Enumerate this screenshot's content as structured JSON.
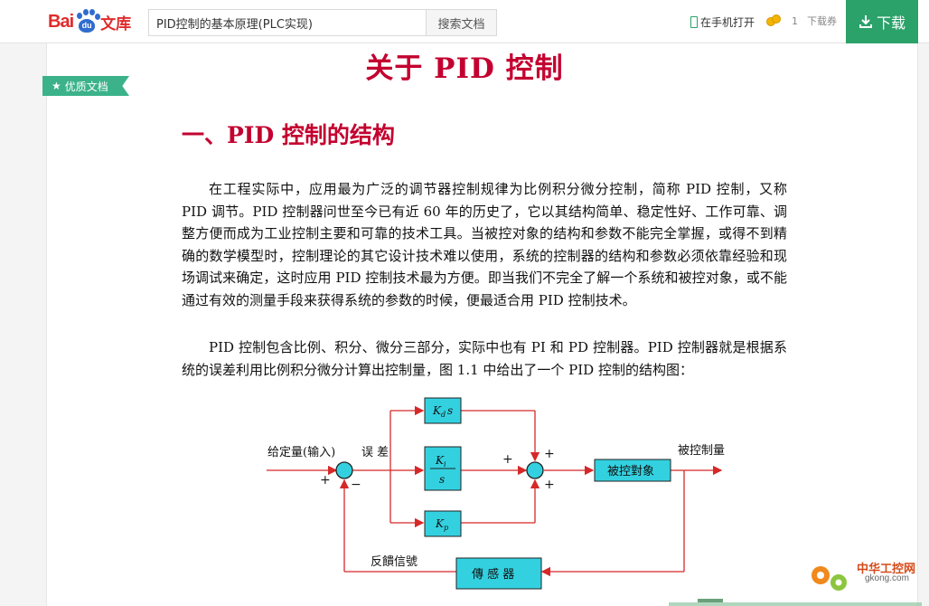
{
  "header": {
    "logo": {
      "text_bai": "Bai",
      "text_du": "du",
      "text_wenku": "文库"
    },
    "search": {
      "value": "PID控制的基本原理(PLC实现)",
      "button_label": "搜索文档"
    },
    "open_on_phone_label": "在手机打开",
    "coupon": {
      "count": "1",
      "label": "下载券"
    },
    "download_label": "下载",
    "accent_color": "#2aa26a",
    "brand_color": "#e02b2b"
  },
  "badge": {
    "label": "优质文档",
    "icon": "star-icon"
  },
  "document": {
    "title": "关于 PID 控制",
    "heading": "一、PID 控制的结构",
    "paragraph1": "在工程实际中，应用最为广泛的调节器控制规律为比例积分微分控制，简称 PID 控制，又称 PID 调节。PID 控制器问世至今已有近 60 年的历史了，它以其结构简单、稳定性好、工作可靠、调整方便而成为工业控制主要和可靠的技术工具。当被控对象的结构和参数不能完全掌握，或得不到精确的数学模型时，控制理论的其它设计技术难以使用，系统的控制器的结构和参数必须依靠经验和现场调试来确定，这时应用 PID 控制技术最为方便。即当我们不完全了解一个系统和被控对象，或不能通过有效的测量手段来获得系统的参数的时候，便最适合用 PID 控制技术。",
    "paragraph2": "PID 控制包含比例、积分、微分三部分，实际中也有 PI 和 PD 控制器。PID 控制器就是根据系统的误差利用比例积分微分计算出控制量，图 1.1 中给出了一个 PID 控制的结构图：",
    "title_color": "#c3002f"
  },
  "diagram": {
    "input_label": "给定量(输入)",
    "error_label": "误 差",
    "plus": "+",
    "minus": "−",
    "kd_block": "K",
    "kd_sub": "d",
    "kd_s": "s",
    "ki_block": "K",
    "ki_sub": "i",
    "ki_s": "s",
    "kp_block": "K",
    "kp_sub": "p",
    "plant_label": "被控對象",
    "output_label": "被控制量",
    "feedback_label": "反饋信號",
    "sensor_label": "傳 感 器",
    "block_color": "#33d1e0",
    "line_color": "#d62828"
  },
  "watermark": {
    "text": "中华工控网",
    "url": "gkong.com"
  }
}
